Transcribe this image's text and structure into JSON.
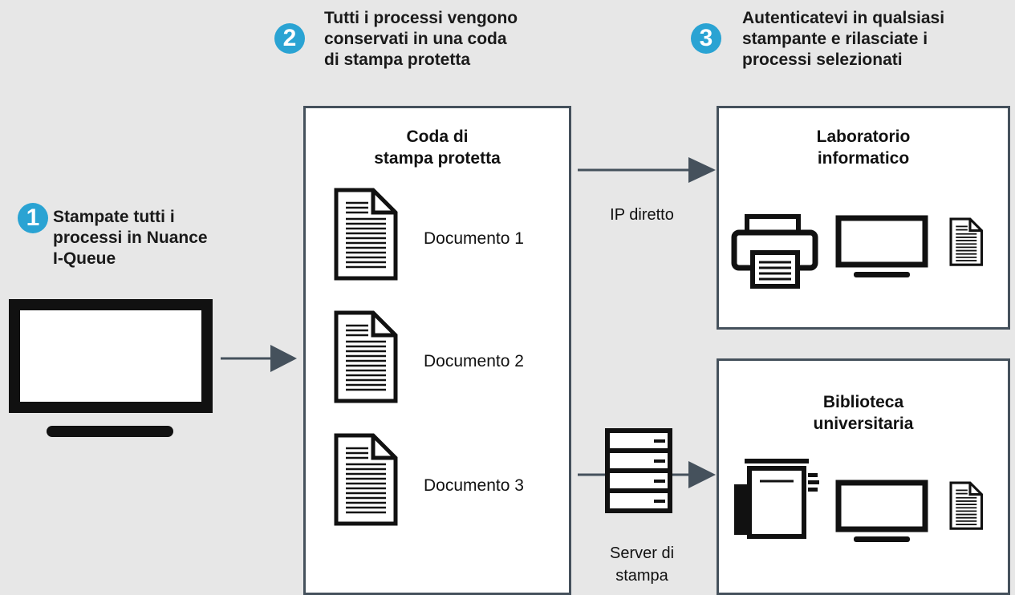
{
  "steps": [
    {
      "number": "1",
      "text": "Stampate tutti i\nprocessi in Nuance\nI-Queue"
    },
    {
      "number": "2",
      "text": "Tutti i processi vengono\nconservati in una coda\ndi stampa protetta"
    },
    {
      "number": "3",
      "text": "Autenticatevi in qualsiasi\nstampante e rilasciate i\nprocessi selezionati"
    }
  ],
  "queue": {
    "title": "Coda di\nstampa protetta",
    "documents": [
      "Documento 1",
      "Documento 2",
      "Documento 3"
    ]
  },
  "connections": {
    "direct_ip": "IP diretto",
    "print_server": "Server di\nstampa"
  },
  "destinations": [
    {
      "title": "Laboratorio\ninformatico"
    },
    {
      "title": "Biblioteca\nuniversitaria"
    }
  ],
  "colors": {
    "accent": "#2aa3d3",
    "stroke": "#45515c",
    "background": "#e7e7e7"
  },
  "icons": [
    "monitor-icon",
    "document-icon",
    "printer-icon",
    "server-icon",
    "copier-icon",
    "arrow-icon"
  ]
}
